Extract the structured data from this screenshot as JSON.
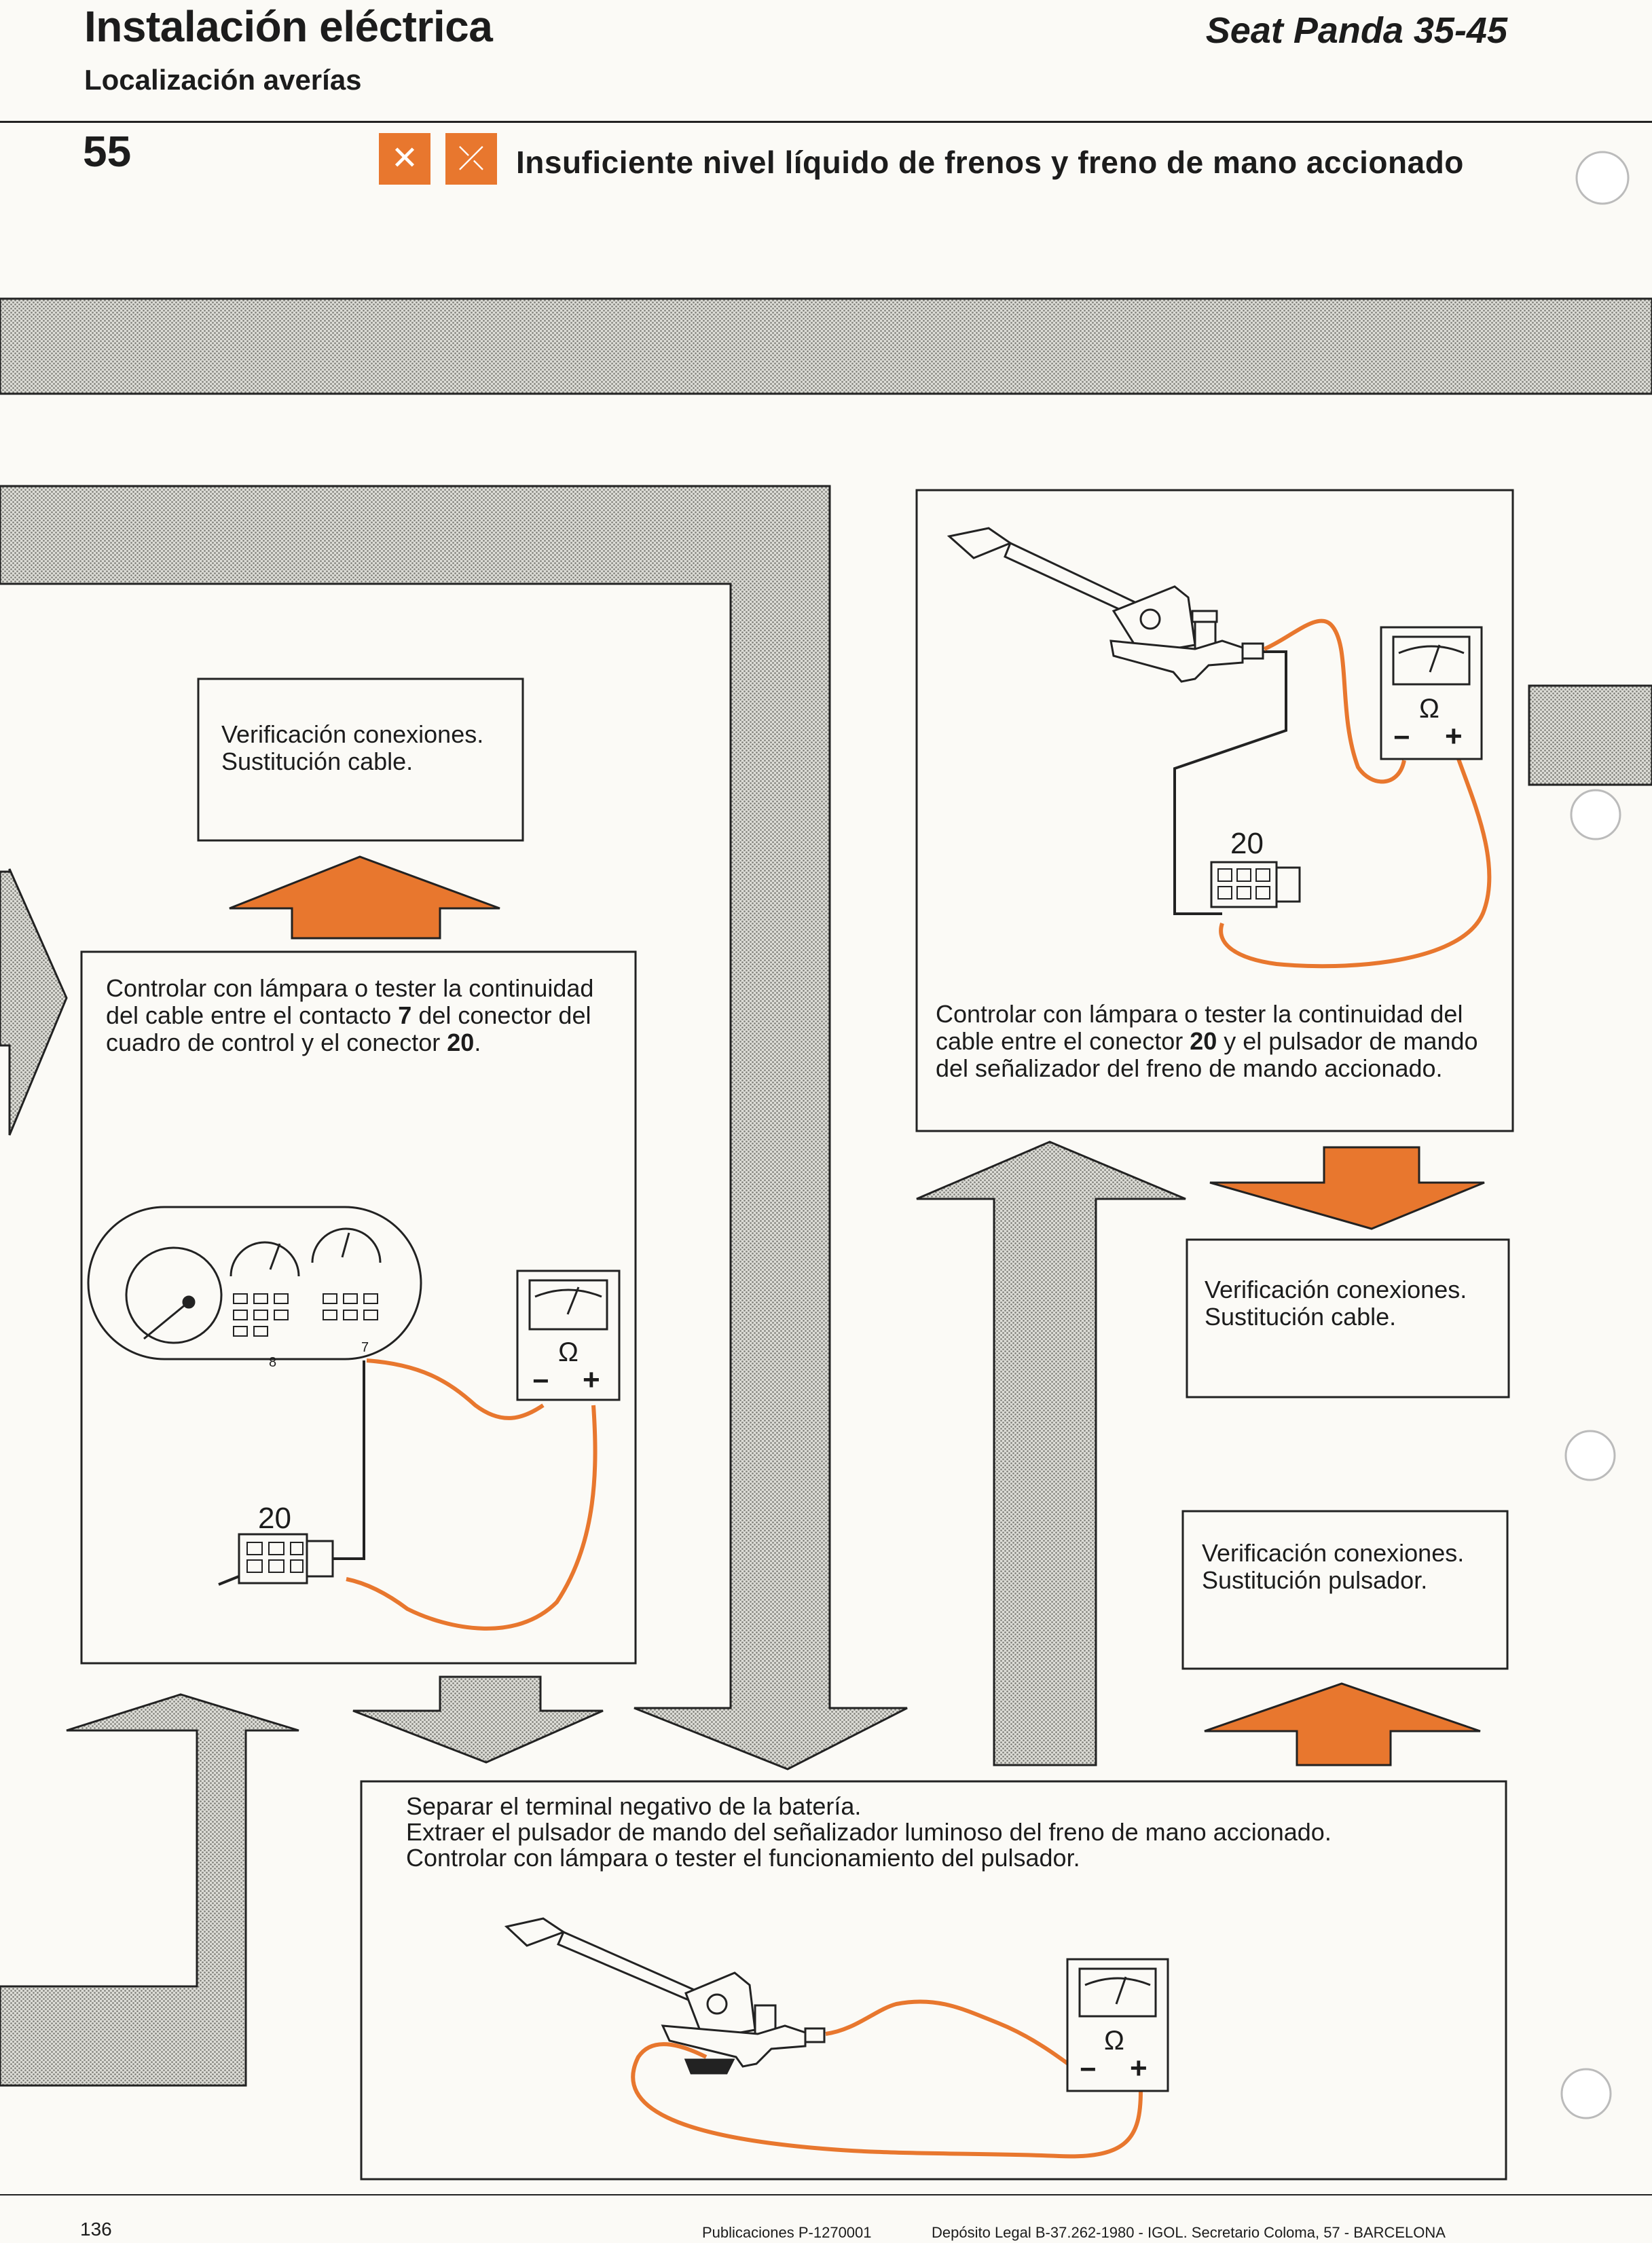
{
  "header": {
    "title": "Instalación eléctrica",
    "subtitle": "Localización averías",
    "model": "Seat Panda 35-45",
    "page_number": "55",
    "topic": "Insuficiente nivel líquido de frenos y freno de mano accionado",
    "symbol_icons": [
      "brake-fluid-icon",
      "handbrake-icon"
    ]
  },
  "boxes": {
    "left_result": "Verificación conexiones. Sustitución cable.",
    "left_check_pre": "Controlar con lámpara o tester la continuidad del cable entre el contacto ",
    "left_check_bold1": "7",
    "left_check_mid": " del conector del cuadro de control y el conector ",
    "left_check_bold2": "20",
    "left_check_post": ".",
    "right_check_pre": "Controlar con lámpara o tester la continuidad del cable entre el conector ",
    "right_check_bold": "20",
    "right_check_post": " y el pulsador de mando del señalizador del freno de mando accionado.",
    "right_result_cable": "Verificación conexiones. Sustitución cable.",
    "right_result_switch": "Verificación conexiones. Sustitución pulsador.",
    "bottom_line1": "Separar el terminal negativo de la batería.",
    "bottom_line2": "Extraer el pulsador de mando del señalizador luminoso del freno de mano accionado.",
    "bottom_line3": "Controlar con lámpara o tester el funcionamiento del pulsador."
  },
  "illustration_labels": {
    "connector": "20",
    "contact_7": "7",
    "contact_8": "8",
    "ohm": "Ω",
    "minus": "−",
    "plus": "+"
  },
  "footer": {
    "page": "136",
    "publication": "Publicaciones P-1270001",
    "legal": "Depósito Legal B-37.262-1980 - IGOL. Secretario Coloma, 57 - BARCELONA"
  },
  "colors": {
    "orange": "#e8772e",
    "ink": "#1c1c1c",
    "paper": "#fbfaf6"
  }
}
